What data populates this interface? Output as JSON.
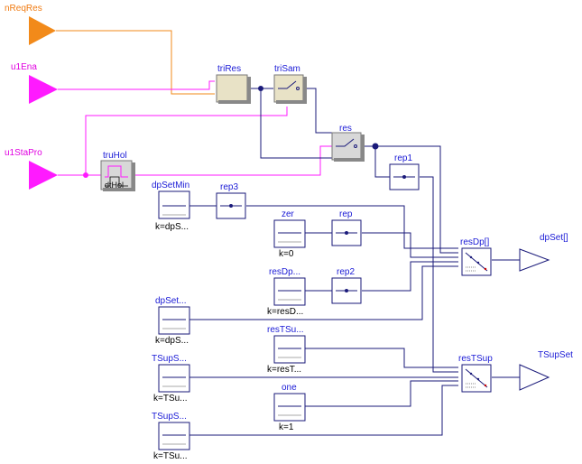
{
  "colors": {
    "orange": "#f28a1a",
    "magenta": "#ff1aff",
    "navy": "#1a1a7a",
    "blue_text": "#1a1ad6",
    "block_fill": "#e8e2c6",
    "gray_fill": "#d8d8d8"
  },
  "inputs": {
    "nReqRes": "nReqRes",
    "u1Ena": "u1Ena",
    "u1StaPro": "u1StaPro"
  },
  "outputs": {
    "dpSet": "dpSet[]",
    "TSupSet": "TSupSet"
  },
  "blocks": {
    "triRes": "triRes",
    "triSam": "triSam",
    "res": "res",
    "rep1": "rep1",
    "truHol": "truHol",
    "truHol_inner": "dtHol",
    "dpSetMin": "dpSetMin",
    "dpSetMin_param": "k=dpS...",
    "rep3": "rep3",
    "zer": "zer",
    "zer_param": "k=0",
    "rep": "rep",
    "resDp": "resDp...",
    "resDp_param": "k=resD...",
    "rep2": "rep2",
    "resDpSel": "resDp[]",
    "dpSetMax": "dpSet...",
    "dpSetMax_param": "k=dpS...",
    "resTSup": "resTSu...",
    "resTSup_param": "k=resT...",
    "TSupSetMin": "TSupS...",
    "TSupSetMin_param": "k=TSu...",
    "one": "one",
    "one_param": "k=1",
    "resTSupSel": "resTSup",
    "TSupSetMax": "TSupS...",
    "TSupSetMax_param": "k=TSu..."
  }
}
